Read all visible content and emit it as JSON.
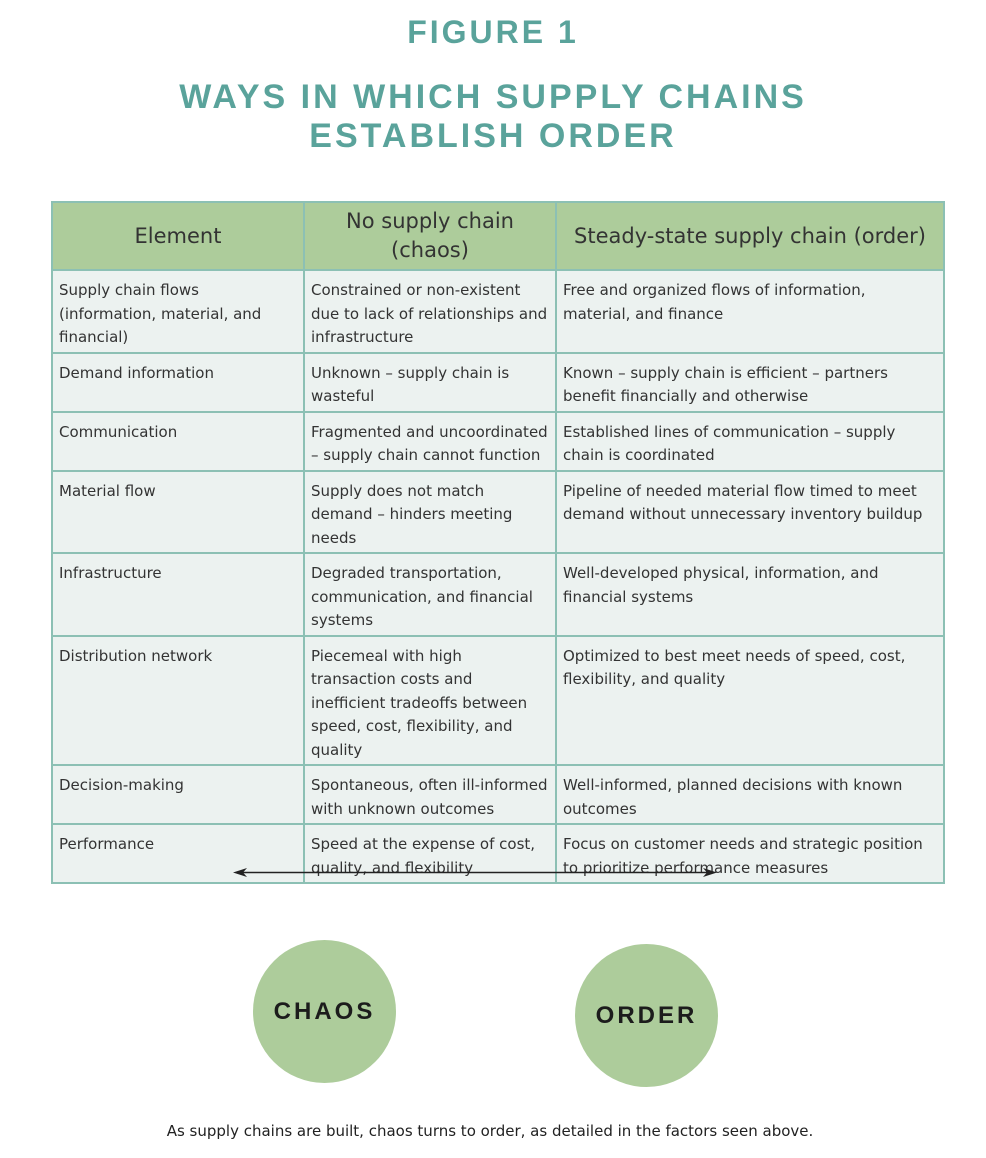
{
  "figure": {
    "label": "FIGURE 1",
    "title_lines": [
      "WAYS IN WHICH SUPPLY CHAINS",
      "ESTABLISH ORDER"
    ],
    "accent_color": "#5aa39b",
    "header_color": "#adcc9b",
    "border_color": "#8cc0b4",
    "cell_color": "#ecf2f0"
  },
  "table": {
    "headers": [
      "Element",
      "No supply chain (chaos)",
      "Steady-state supply chain (order)"
    ],
    "rows": [
      {
        "element": "Supply chain flows (information, material, and financial)",
        "chaos": "Constrained or non-existent due to lack of relationships and infrastructure",
        "order": "Free and organized flows of information, material, and finance"
      },
      {
        "element": "Demand information",
        "chaos": "Unknown – supply chain is wasteful",
        "order": "Known – supply chain is efficient – partners benefit financially and otherwise"
      },
      {
        "element": "Communication",
        "chaos": "Fragmented and uncoordinated – supply chain cannot function",
        "order": "Established lines of communication – supply chain is coordinated"
      },
      {
        "element": "Material flow",
        "chaos": "Supply does not match demand – hinders meeting needs",
        "order": "Pipeline of needed material flow timed to meet demand without unnecessary inventory buildup"
      },
      {
        "element": "Infrastructure",
        "chaos": "Degraded transportation, communication, and financial systems",
        "order": "Well-developed physical, information, and financial systems"
      },
      {
        "element": "Distribution network",
        "chaos": "Piecemeal with high transaction costs and inefficient tradeoffs between speed, cost, flexibility, and quality",
        "order": "Optimized to best meet needs of speed, cost, flexibility, and quality"
      },
      {
        "element": "Decision-making",
        "chaos": "Spontaneous, often ill-informed with unknown outcomes",
        "order": "Well-informed, planned decisions with known outcomes"
      },
      {
        "element": "Performance",
        "chaos": "Speed at the expense of cost, quality, and flexibility",
        "order": "Focus on customer needs and strategic position to prioritize performance measures"
      }
    ]
  },
  "diagram": {
    "arrow": "double-headed-arrow",
    "left_node": "CHAOS",
    "right_node": "ORDER"
  },
  "caption": "As supply chains are built, chaos turns to order, as detailed in the factors seen above."
}
